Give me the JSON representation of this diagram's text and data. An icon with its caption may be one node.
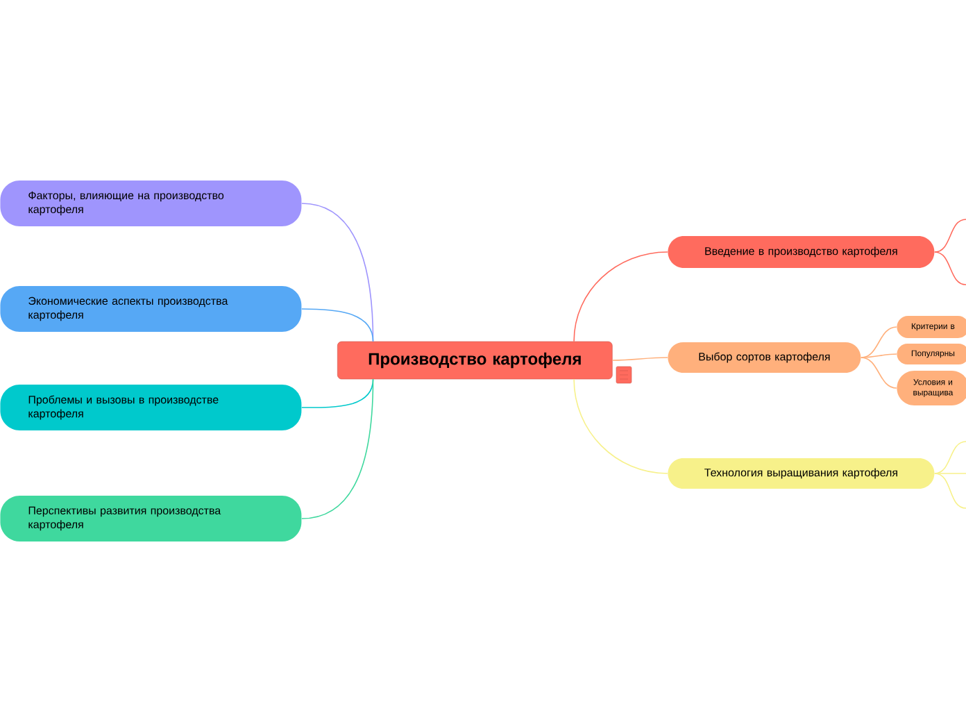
{
  "diagram": {
    "nodes": [
      {
        "text": [
          "Производство картофеля"
        ]
      },
      {
        "text": [
          "Введение в производство картофеля"
        ]
      },
      {
        "text": [
          "Выбор сортов картофеля"
        ]
      },
      {
        "text": [
          "Критерии в"
        ]
      },
      {
        "text": [
          "Популярны"
        ]
      },
      {
        "text": [
          "Условия и выращива"
        ]
      },
      {
        "text": [
          "Технология выращивания картофеля"
        ]
      },
      {
        "text": [
          "Факторы, влияющие на производство картофеля"
        ]
      },
      {
        "text": [
          "Экономические аспекты производства картофеля"
        ]
      },
      {
        "text": [
          "Проблемы и вызовы в производстве картофеля"
        ]
      },
      {
        "text": [
          "Перспективы развития производства картофеля"
        ]
      }
    ],
    "edges": [
      {
        "from": 0,
        "to": 1,
        "arrow": "none",
        "color": "#ff6b5e"
      },
      {
        "from": 0,
        "to": 2,
        "arrow": "none",
        "color": "#ffb07c"
      },
      {
        "from": 0,
        "to": 6,
        "arrow": "none",
        "color": "#f7f18a"
      },
      {
        "from": 0,
        "to": 7,
        "arrow": "none",
        "color": "#9f95fd"
      },
      {
        "from": 0,
        "to": 8,
        "arrow": "none",
        "color": "#56a8f5"
      },
      {
        "from": 0,
        "to": 9,
        "arrow": "none",
        "color": "#00c9cc"
      },
      {
        "from": 0,
        "to": 10,
        "arrow": "none",
        "color": "#3fd89e"
      },
      {
        "from": 2,
        "to": 3,
        "arrow": "none",
        "color": "#ffb07c"
      },
      {
        "from": 2,
        "to": 4,
        "arrow": "none",
        "color": "#ffb07c"
      },
      {
        "from": 2,
        "to": 5,
        "arrow": "none",
        "color": "#ffb07c"
      },
      {
        "from": 1,
        "to": null,
        "arrow": "none",
        "color": "#ff6b5e"
      },
      {
        "from": 1,
        "to": null,
        "arrow": "none",
        "color": "#ff6b5e"
      },
      {
        "from": 6,
        "to": null,
        "arrow": "none",
        "color": "#f7f18a"
      },
      {
        "from": 6,
        "to": null,
        "arrow": "none",
        "color": "#f7f18a"
      },
      {
        "from": 6,
        "to": null,
        "arrow": "none",
        "color": "#f7f18a"
      }
    ]
  }
}
